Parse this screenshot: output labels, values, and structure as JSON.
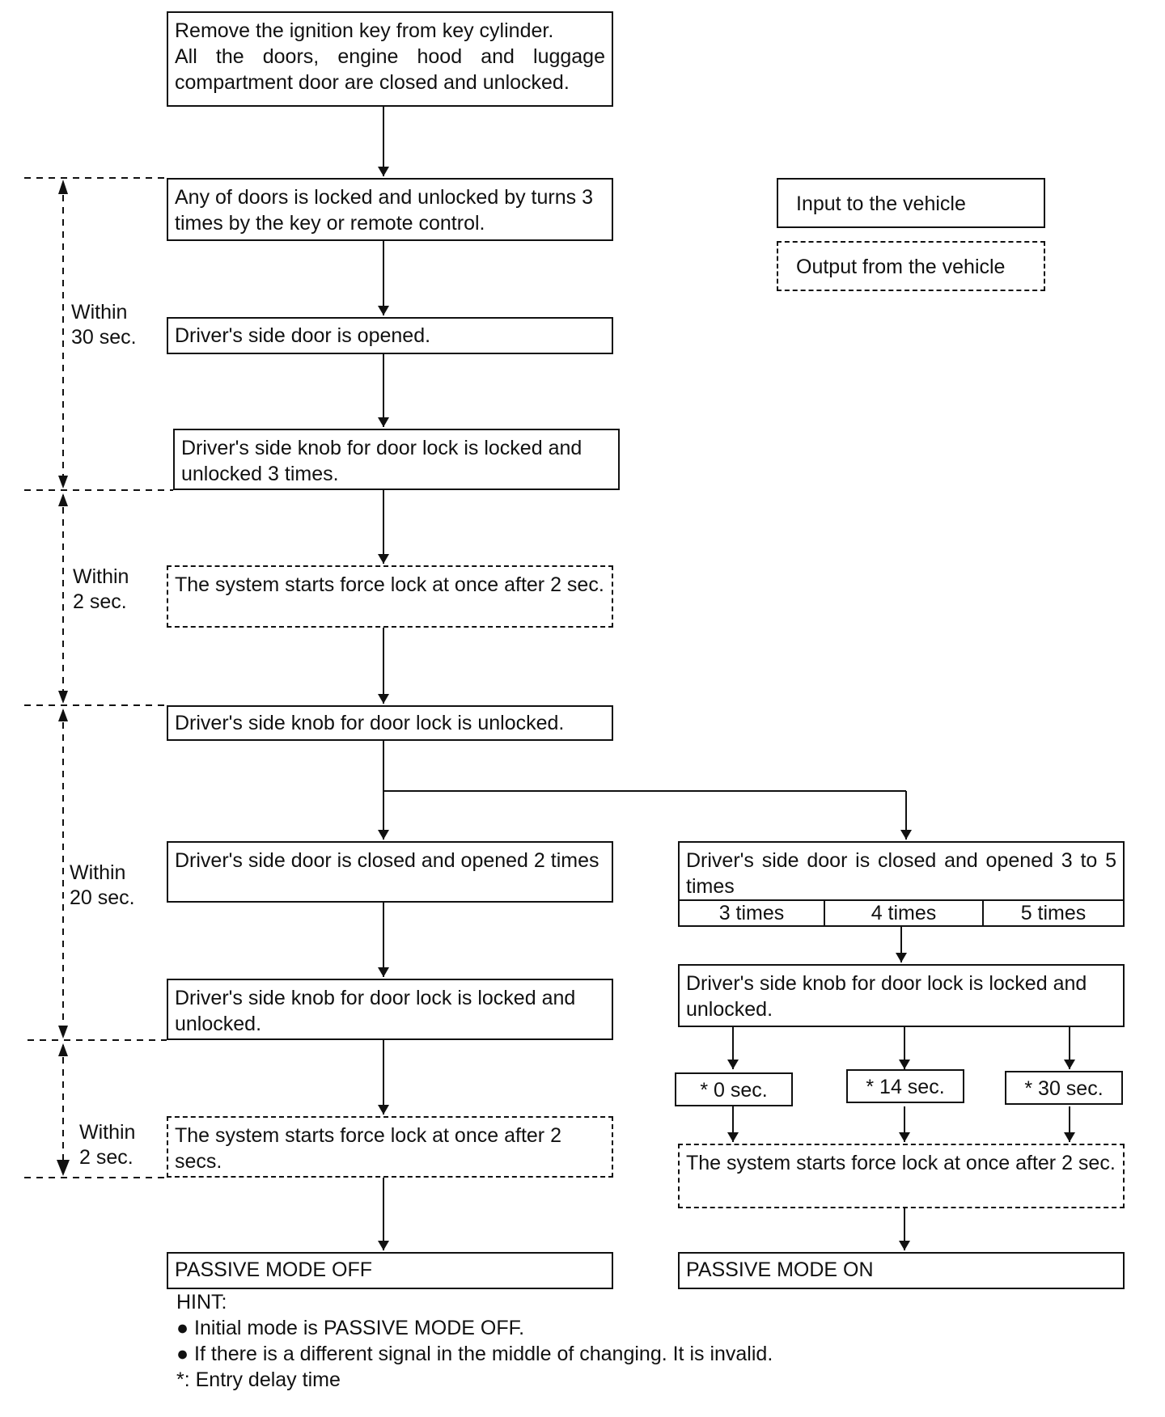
{
  "steps": {
    "remove_key": "Remove the ignition key from key cylinder.\nAll the doors, engine hood and luggage compartment door are closed and unlocked.",
    "lock_unlock_3": "Any of doors is locked and unlocked by turns 3 times by the key or remote control.",
    "door_opened": "Driver's side door is opened.",
    "knob_3_times": "Driver's side knob for door lock is locked and unlocked 3 times.",
    "force_lock_1": "The system starts force lock at once after 2 sec.",
    "knob_unlocked": "Driver's side knob for door lock is unlocked.",
    "closed_opened_2": "Driver's side door is closed and opened 2 times",
    "knob_locked_unlocked_left": "Driver's side knob for door lock is locked and unlocked.",
    "force_lock_2": "The system starts force lock at once after 2 secs.",
    "passive_off": "PASSIVE MODE OFF",
    "closed_opened_3_5": "Driver's side door is closed and opened 3 to 5 times",
    "times_cells": [
      "3 times",
      "4 times",
      "5 times"
    ],
    "knob_locked_unlocked_right": "Driver's side knob for door lock is locked and unlocked.",
    "delay_0": "* 0 sec.",
    "delay_14": "* 14 sec.",
    "delay_30": "* 30 sec.",
    "force_lock_3": "The system starts force lock at once after 2 sec.",
    "passive_on": "PASSIVE MODE ON"
  },
  "timing": {
    "within_30": "Within\n30 sec.",
    "within_2_a": "Within\n2 sec.",
    "within_20": "Within\n20 sec.",
    "within_2_b": "Within\n2 sec."
  },
  "legend": {
    "input": "Input to the vehicle",
    "output": "Output from the vehicle"
  },
  "hint": {
    "title": "HINT:",
    "bullets": [
      "Initial mode is PASSIVE MODE OFF.",
      "If there is a different signal in the middle of changing. It is invalid."
    ],
    "footnote": "*: Entry delay time"
  }
}
